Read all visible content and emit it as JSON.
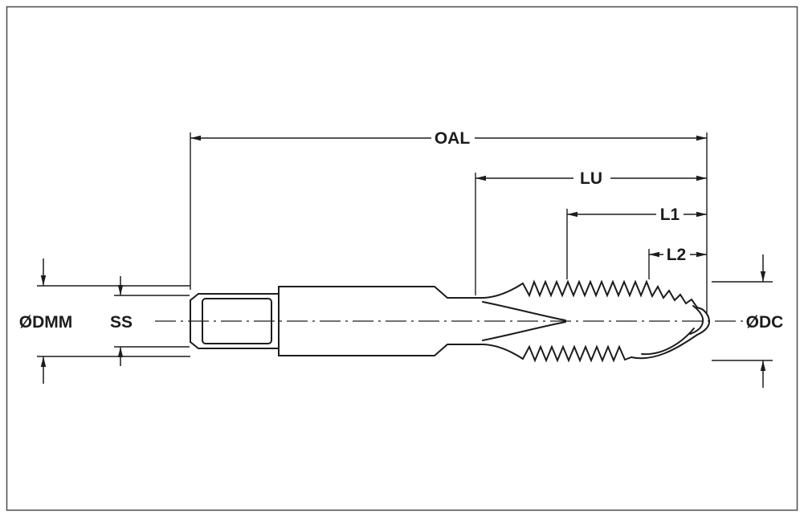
{
  "diagram": {
    "type": "technical-drawing",
    "labels": {
      "oal": "OAL",
      "lu": "LU",
      "l1": "L1",
      "l2": "L2",
      "dmm": "ØDMM",
      "ss": "SS",
      "dc": "ØDC"
    },
    "colors": {
      "line": "#1c1c1c",
      "frame": "#4a4a4a",
      "background": "#ffffff"
    }
  }
}
